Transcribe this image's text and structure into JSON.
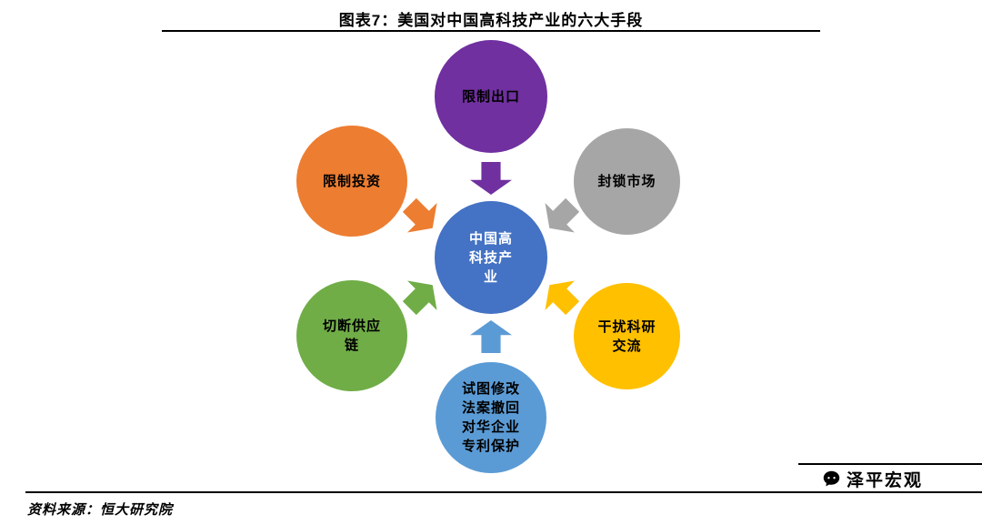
{
  "title": "图表7：美国对中国高科技产业的六大手段",
  "diagram": {
    "center": {
      "label": "中国高\n科技产\n业",
      "color": "#4472C4",
      "text_color": "#ffffff"
    },
    "nodes": [
      {
        "name": "restrict-exports",
        "label": "限制出口",
        "color": "#7030A0"
      },
      {
        "name": "restrict-investment",
        "label": "限制投资",
        "color": "#ED7D31"
      },
      {
        "name": "blockade-market",
        "label": "封锁市场",
        "color": "#A6A6A6"
      },
      {
        "name": "cut-supply-chain",
        "label": "切断供应\n链",
        "color": "#70AD47"
      },
      {
        "name": "disturb-research-exchange",
        "label": "干扰科研\n交流",
        "color": "#FFC000"
      },
      {
        "name": "patent-protection-bill",
        "label": "试图修改\n法案撤回\n对华企业\n专利保护",
        "color": "#5B9BD5"
      }
    ]
  },
  "footer": {
    "source": "资料来源：恒大研究院",
    "logo_text": "泽平宏观"
  }
}
